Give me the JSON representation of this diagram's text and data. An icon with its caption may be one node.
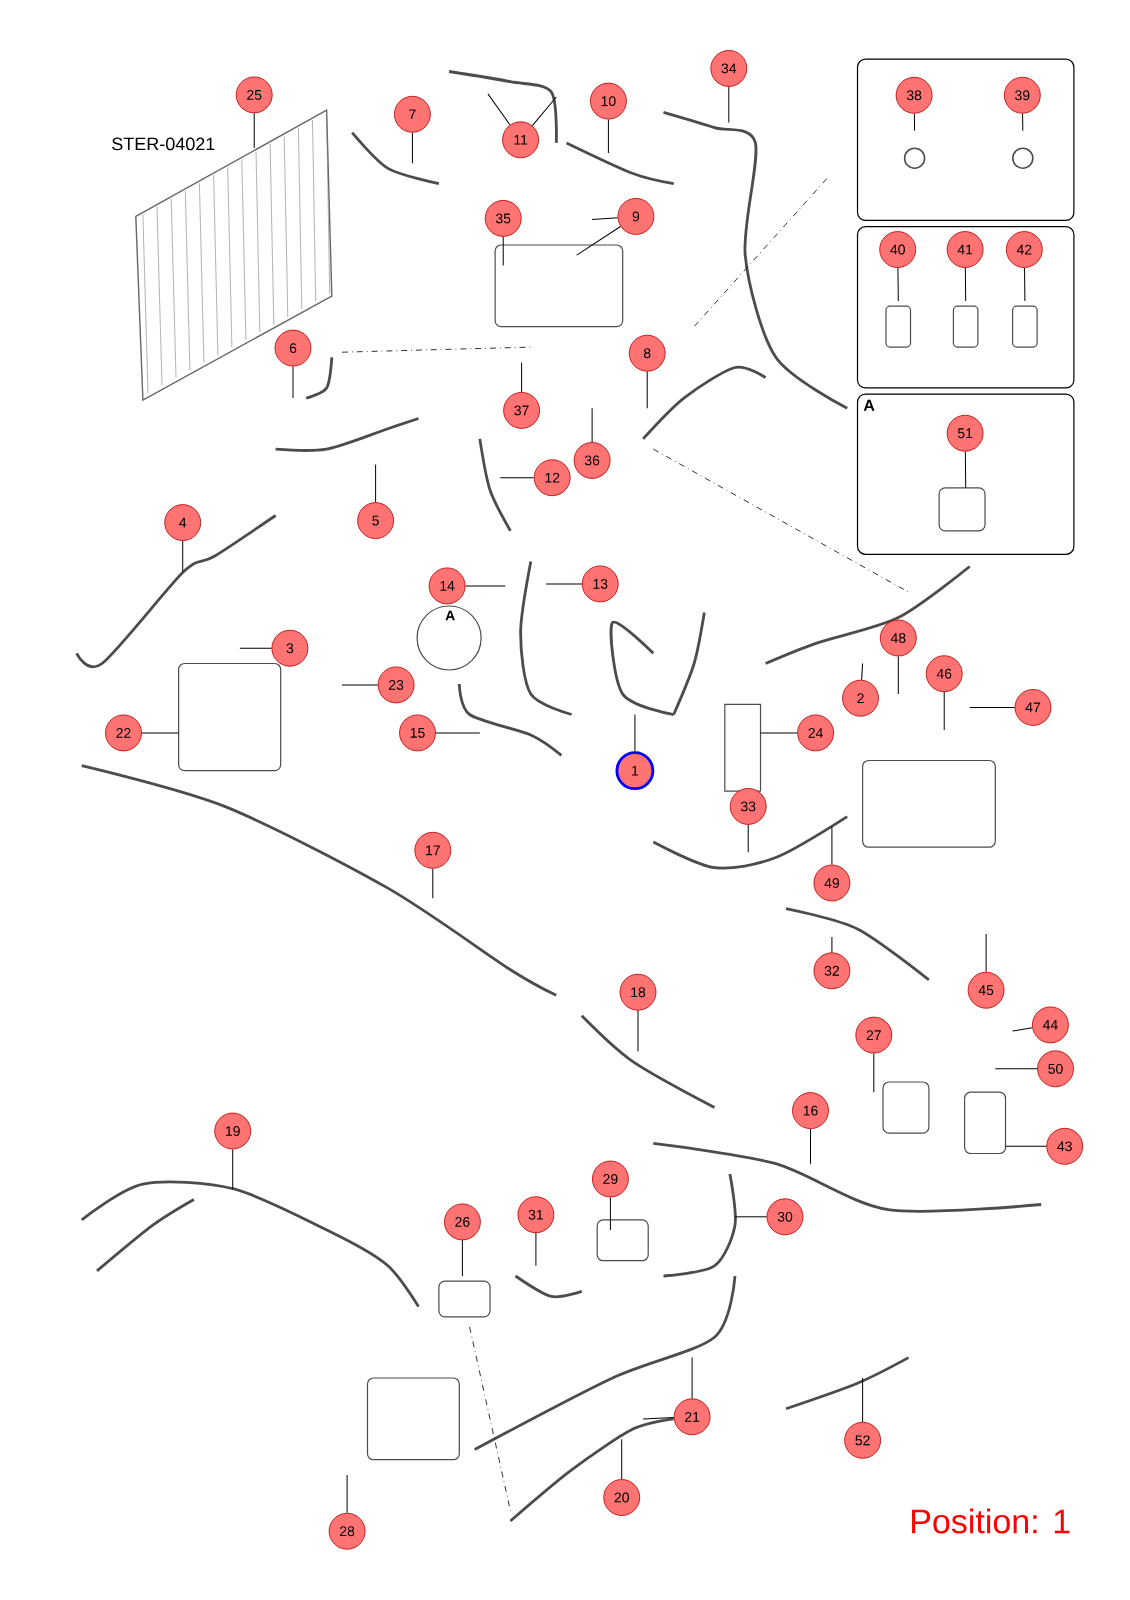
{
  "diagram": {
    "nodes": [
      {
        "text": [],
        "shape": "box"
      },
      {
        "text": [],
        "shape": "box"
      },
      {
        "text": [
          "A"
        ]
      },
      {
        "text": [
          "1"
        ]
      },
      {
        "text": [
          "2"
        ]
      },
      {
        "text": [
          "3"
        ]
      },
      {
        "text": [
          "4"
        ]
      },
      {
        "text": [
          "5"
        ]
      },
      {
        "text": [
          "6"
        ]
      },
      {
        "text": [
          "7"
        ]
      },
      {
        "text": [
          "8"
        ]
      },
      {
        "text": [
          "9"
        ]
      },
      {
        "text": [
          "10"
        ]
      },
      {
        "text": [
          "11"
        ]
      },
      {
        "text": [
          "12"
        ]
      },
      {
        "text": [
          "13"
        ]
      },
      {
        "text": [
          "14"
        ],
        "beside": [
          "A"
        ]
      },
      {
        "text": [
          "15"
        ]
      },
      {
        "text": [
          "16"
        ]
      },
      {
        "text": [
          "17"
        ]
      },
      {
        "text": [
          "18"
        ]
      },
      {
        "text": [
          "19"
        ]
      },
      {
        "text": [
          "20"
        ]
      },
      {
        "text": [
          "21"
        ]
      },
      {
        "text": [
          "22"
        ]
      },
      {
        "text": [
          "23"
        ]
      },
      {
        "text": [
          "24"
        ]
      },
      {
        "text": [
          "25"
        ]
      },
      {
        "text": [
          "26"
        ]
      },
      {
        "text": [
          "27"
        ]
      },
      {
        "text": [
          "28"
        ]
      },
      {
        "text": [
          "29"
        ]
      },
      {
        "text": [
          "30"
        ]
      },
      {
        "text": [
          "31"
        ]
      },
      {
        "text": [
          "32"
        ]
      },
      {
        "text": [
          "33"
        ]
      },
      {
        "text": [
          "34"
        ]
      },
      {
        "text": [
          "35"
        ]
      },
      {
        "text": [
          "36"
        ]
      },
      {
        "text": [
          "37"
        ]
      },
      {
        "text": [
          "38"
        ],
        "in": 0
      },
      {
        "text": [
          "39"
        ],
        "in": 0
      },
      {
        "text": [
          "40"
        ],
        "in": 1
      },
      {
        "text": [
          "41"
        ],
        "in": 1
      },
      {
        "text": [
          "42"
        ],
        "in": 1
      },
      {
        "text": [
          "43"
        ]
      },
      {
        "text": [
          "44"
        ]
      },
      {
        "text": [
          "45"
        ]
      },
      {
        "text": [
          "46"
        ]
      },
      {
        "text": [
          "47"
        ]
      },
      {
        "text": [
          "48"
        ]
      },
      {
        "text": [
          "49"
        ]
      },
      {
        "text": [
          "50"
        ]
      },
      {
        "text": [
          "51"
        ],
        "in": 2
      },
      {
        "text": [
          "52"
        ]
      }
    ],
    "edges": [
      {
        "from": 3,
        "to": null,
        "arrow": "none"
      },
      {
        "from": 4,
        "to": null,
        "arrow": "none"
      },
      {
        "from": 5,
        "to": null,
        "arrow": "none"
      },
      {
        "from": 6,
        "to": null,
        "arrow": "none"
      },
      {
        "from": 7,
        "to": null,
        "arrow": "none"
      },
      {
        "from": 8,
        "to": null,
        "arrow": "none"
      },
      {
        "from": 9,
        "to": null,
        "arrow": "none"
      },
      {
        "from": 10,
        "to": null,
        "arrow": "none"
      },
      {
        "from": 11,
        "to": null,
        "arrow": "none"
      },
      {
        "from": 12,
        "to": null,
        "arrow": "none"
      },
      {
        "from": 13,
        "to": null,
        "arrow": "none"
      },
      {
        "from": 14,
        "to": null,
        "arrow": "none"
      },
      {
        "from": 15,
        "to": null,
        "arrow": "none"
      },
      {
        "from": 16,
        "to": null,
        "arrow": "none"
      },
      {
        "from": 17,
        "to": null,
        "arrow": "none"
      },
      {
        "from": 18,
        "to": null,
        "arrow": "none"
      },
      {
        "from": 19,
        "to": null,
        "arrow": "none"
      },
      {
        "from": 20,
        "to": null,
        "arrow": "none"
      },
      {
        "from": 21,
        "to": null,
        "arrow": "none"
      },
      {
        "from": 22,
        "to": null,
        "arrow": "none"
      },
      {
        "from": 23,
        "to": null,
        "arrow": "none"
      },
      {
        "from": 24,
        "to": null,
        "arrow": "none"
      },
      {
        "from": 25,
        "to": null,
        "arrow": "none"
      },
      {
        "from": 26,
        "to": null,
        "arrow": "none"
      },
      {
        "from": 27,
        "to": null,
        "arrow": "none"
      },
      {
        "from": 28,
        "to": null,
        "arrow": "none"
      },
      {
        "from": 29,
        "to": null,
        "arrow": "none"
      },
      {
        "from": 30,
        "to": null,
        "arrow": "none"
      },
      {
        "from": 31,
        "to": null,
        "arrow": "none"
      },
      {
        "from": 32,
        "to": null,
        "arrow": "none"
      },
      {
        "from": 33,
        "to": null,
        "arrow": "none"
      },
      {
        "from": 34,
        "to": null,
        "arrow": "none"
      },
      {
        "from": 35,
        "to": null,
        "arrow": "none"
      },
      {
        "from": 36,
        "to": null,
        "arrow": "none"
      },
      {
        "from": 37,
        "to": null,
        "arrow": "none"
      },
      {
        "from": 38,
        "to": null,
        "arrow": "none"
      },
      {
        "from": 39,
        "to": null,
        "arrow": "none"
      },
      {
        "from": 40,
        "to": null,
        "arrow": "none"
      },
      {
        "from": 41,
        "to": null,
        "arrow": "none"
      },
      {
        "from": 42,
        "to": null,
        "arrow": "none"
      },
      {
        "from": 43,
        "to": null,
        "arrow": "none"
      },
      {
        "from": 44,
        "to": null,
        "arrow": "none"
      },
      {
        "from": 45,
        "to": null,
        "arrow": "none"
      },
      {
        "from": 46,
        "to": null,
        "arrow": "none"
      },
      {
        "from": 47,
        "to": null,
        "arrow": "none"
      },
      {
        "from": 48,
        "to": null,
        "arrow": "none"
      },
      {
        "from": 49,
        "to": null,
        "arrow": "none"
      },
      {
        "from": 50,
        "to": null,
        "arrow": "none"
      },
      {
        "from": 51,
        "to": null,
        "arrow": "none"
      },
      {
        "from": 52,
        "to": null,
        "arrow": "none"
      },
      {
        "from": 53,
        "to": null,
        "arrow": "none"
      },
      {
        "from": 54,
        "to": null,
        "arrow": "none"
      },
      {
        "from": 11,
        "to": null,
        "arrow": "none"
      },
      {
        "from": 13,
        "to": null,
        "arrow": "none"
      },
      {
        "from": 23,
        "to": null,
        "arrow": "none"
      }
    ],
    "labels": [
      "STER-04021",
      "Position: 1"
    ]
  }
}
